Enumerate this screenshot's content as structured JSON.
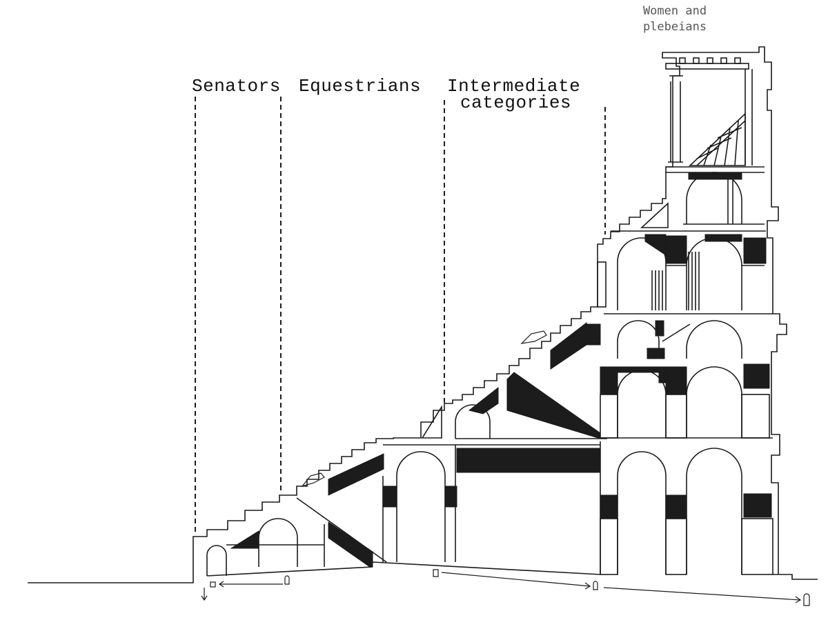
{
  "labels": {
    "senators": "Senators",
    "equestrians": "Equestrians",
    "intermediate_line1": "Intermediate",
    "intermediate_line2": "categories",
    "women_line1": "Women and",
    "women_line2": "plebeians"
  },
  "colors": {
    "line": "#1a1a1a",
    "fill_dark": "#1c1c1c",
    "background": "#ffffff"
  }
}
